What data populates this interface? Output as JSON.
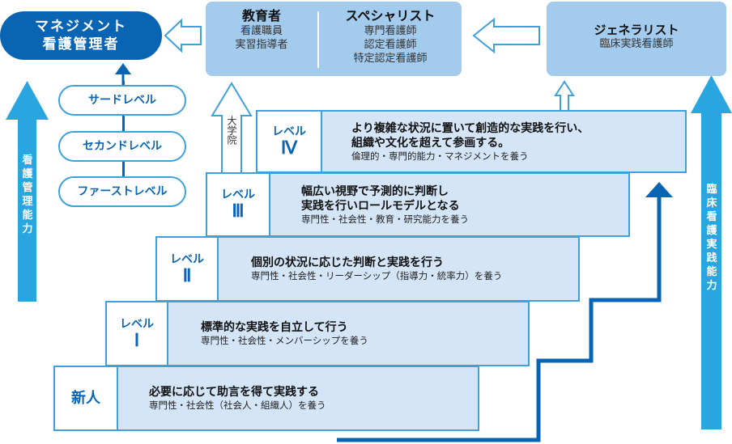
{
  "management": {
    "line1": "マネジメント",
    "line2": "看護管理者"
  },
  "educator": {
    "title": "教育者",
    "lines": [
      "看護職員",
      "実習指導者"
    ]
  },
  "specialist": {
    "title": "スペシャリスト",
    "lines": [
      "専門看護師",
      "認定看護師",
      "特定認定看護師"
    ]
  },
  "generalist": {
    "title": "ジェネラリスト",
    "subtitle": "臨床実践看護師"
  },
  "management_levels": [
    "サードレベル",
    "セカンドレベル",
    "ファーストレベル"
  ],
  "graduate_school": "大学院",
  "left_axis_label": [
    "看",
    "護",
    "管",
    "理",
    "能",
    "力"
  ],
  "right_axis_label": [
    "臨",
    "床",
    "看",
    "護",
    "実",
    "践",
    "能",
    "力"
  ],
  "steps": [
    {
      "label1": "",
      "label2": "新人",
      "main": [
        "必要に応じて助言を得て実践する"
      ],
      "sub": "専門性・社会性（社会人・組織人）を養う"
    },
    {
      "label1": "レベル",
      "label2": "Ⅰ",
      "main": [
        "標準的な実践を自立して行う"
      ],
      "sub": "専門性・社会性・メンバーシップを養う"
    },
    {
      "label1": "レベル",
      "label2": "Ⅱ",
      "main": [
        "個別の状況に応じた判断と実践を行う"
      ],
      "sub": "専門性・社会性・リーダーシップ（指導力・統率力）を養う"
    },
    {
      "label1": "レベル",
      "label2": "Ⅲ",
      "main": [
        "幅広い視野で予測的に判断し",
        "実践を行いロールモデルとなる"
      ],
      "sub": "専門性・社会性・教育・研究能力を養う"
    },
    {
      "label1": "レベル",
      "label2": "Ⅳ",
      "main": [
        "より複雑な状況に置いて創造的な実践を行い、",
        "組織や文化を超えて参画する。"
      ],
      "sub": "倫理的・専門的能力・マネジメントを養う"
    }
  ],
  "colors": {
    "dark_blue": "#0a64b4",
    "mid_blue": "#29a6e0",
    "light_blue_box": "#a3cbed",
    "step_fill": "#d4e5f7",
    "step_border": "#3fa1dc"
  }
}
